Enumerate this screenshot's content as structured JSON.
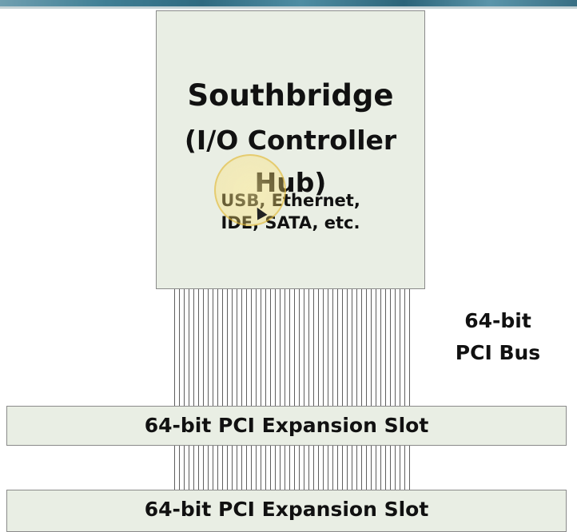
{
  "southbridge": {
    "title": "Southbridge",
    "subtitle_line1": "(I/O Controller",
    "subtitle_line2": "Hub)",
    "interfaces_line1": "USB, Ethernet,",
    "interfaces_line2": "IDE, SATA, etc."
  },
  "bus": {
    "label_line1": "64-bit",
    "label_line2": "PCI Bus"
  },
  "slots": [
    {
      "label": "64-bit PCI Expansion Slot"
    },
    {
      "label": "64-bit PCI Expansion Slot"
    }
  ],
  "colors": {
    "box_fill": "#e9eee4",
    "box_border": "#8a8a8a",
    "bus_line": "#5f5f5f",
    "cursor_highlight": "#ffe16e"
  }
}
